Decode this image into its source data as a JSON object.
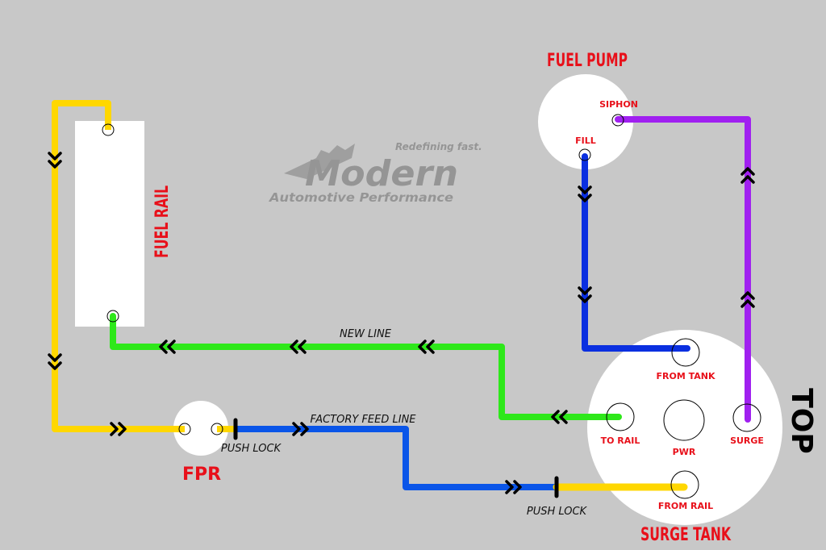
{
  "logo": {
    "tagline": "Redefining fast.",
    "name": "Modern",
    "subname": "Automotive Performance"
  },
  "components": {
    "fuel_rail": "FUEL RAIL",
    "fuel_pump": "FUEL PUMP",
    "fpr": "FPR",
    "surge_tank": "SURGE TANK",
    "top": "TOP"
  },
  "ports": {
    "siphon": "SIPHON",
    "fill": "FILL",
    "from_tank": "FROM TANK",
    "to_rail": "TO RAIL",
    "pwr": "PWR",
    "surge": "SURGE",
    "from_rail": "FROM RAIL"
  },
  "lines": {
    "new_line": "NEW LINE",
    "factory_feed_line": "FACTORY FEED LINE",
    "push_lock_fpr": "PUSH LOCK",
    "push_lock_tank": "PUSH LOCK"
  },
  "colors": {
    "background": "#c8c8c8",
    "yellow_line": "#ffd700",
    "green_line": "#2ee81a",
    "blue_line": "#0a2fe0",
    "purple_line": "#a020f0",
    "feed_blue": "#0a55e8",
    "label_red": "#e8101a"
  }
}
